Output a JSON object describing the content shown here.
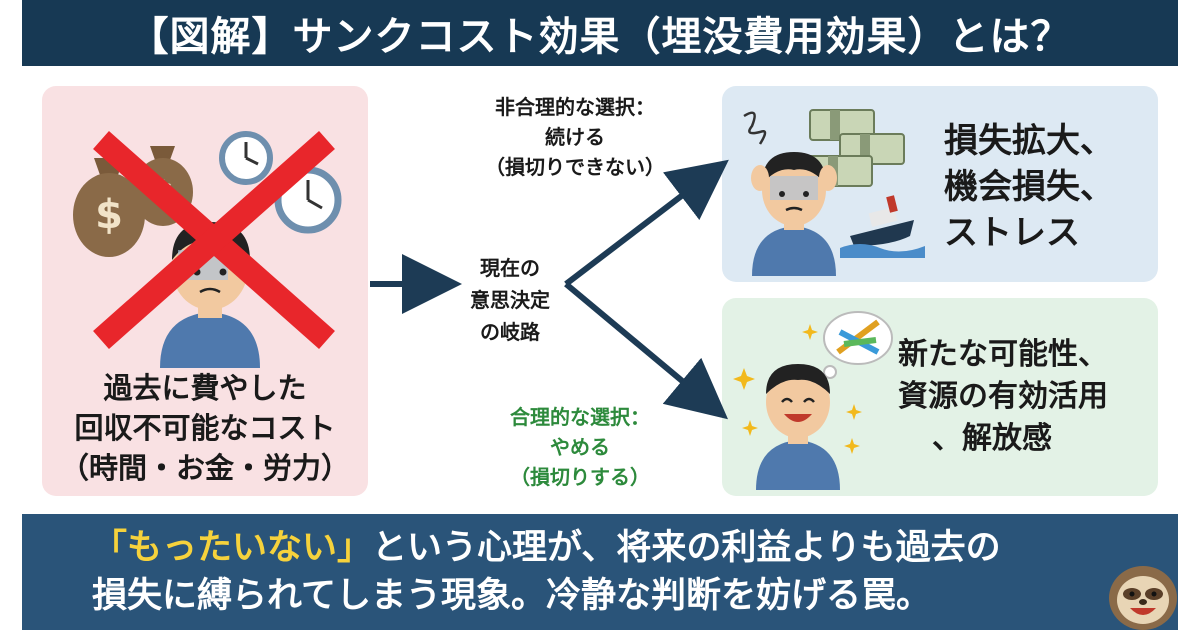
{
  "header": {
    "title": "【図解】サンクコスト効果（埋没費用効果）とは？"
  },
  "left_panel": {
    "caption_lines": [
      "過去に費やした",
      "回収不可能なコスト",
      "（時間・お金・労力）"
    ]
  },
  "decision": {
    "label_lines": [
      "現在の",
      "意思決定",
      "の岐路"
    ]
  },
  "irrational": {
    "label_lines": [
      "非合理的な選択：",
      "続ける",
      "（損切りできない）"
    ],
    "result_lines": [
      "損失拡大、",
      "機会損失、",
      "ストレス"
    ]
  },
  "rational": {
    "label_lines": [
      "合理的な選択：",
      "やめる",
      "（損切りする）"
    ],
    "result_lines": [
      "新たな可能性、",
      "資源の有効活用",
      "、解放感"
    ]
  },
  "footer": {
    "highlight": "「もったいない」",
    "line1_rest": "という心理が、将来の利益よりも過去の",
    "line2": "損失に縛られてしまう現象。冷静な判断を妨げる罠。"
  },
  "colors": {
    "title_bg": "#173954",
    "footer_bg": "#2a5479",
    "highlight": "#f6d23c",
    "rational_green": "#2d8a3c",
    "arrow": "#1d3b55",
    "cross_red": "#e8262b"
  },
  "icons": [
    "money-bag-icon",
    "clock-icon",
    "worried-man-icon",
    "cross-mark-icon",
    "money-stack-icon",
    "sinking-ship-icon",
    "happy-man-icon",
    "sparkle-icon",
    "thought-bubble-icon"
  ]
}
